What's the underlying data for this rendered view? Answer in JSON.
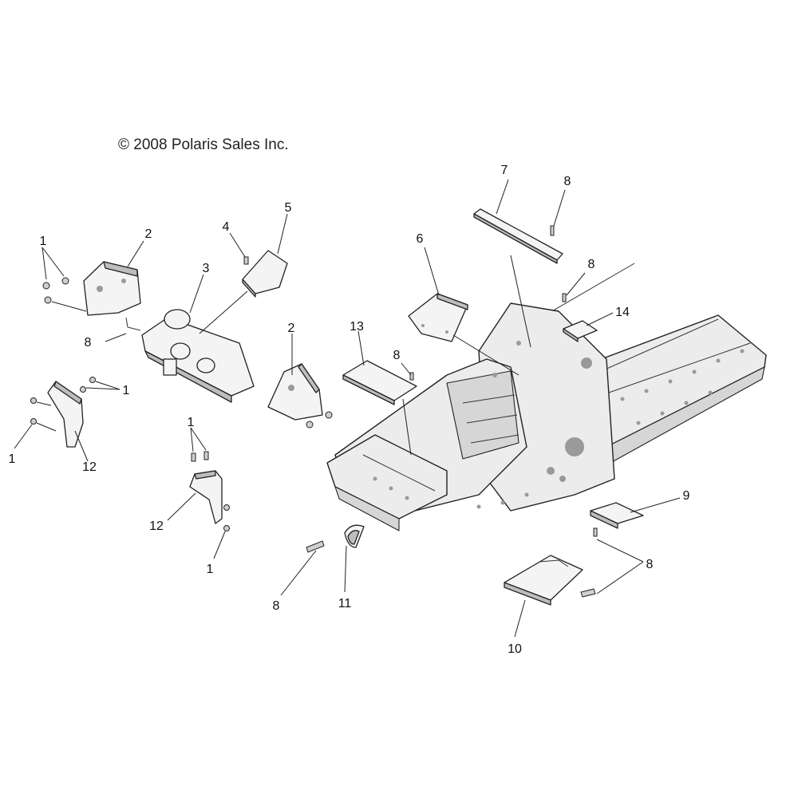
{
  "copyright": "© 2008 Polaris Sales Inc.",
  "callouts": [
    "1",
    "2",
    "3",
    "4",
    "5",
    "6",
    "7",
    "8",
    "9",
    "10",
    "11",
    "12",
    "13",
    "14"
  ],
  "labels": [
    {
      "id": "label-1-a",
      "text": "1"
    },
    {
      "id": "label-2-a",
      "text": "2"
    },
    {
      "id": "label-3",
      "text": "3"
    },
    {
      "id": "label-4",
      "text": "4"
    },
    {
      "id": "label-5",
      "text": "5"
    },
    {
      "id": "label-8-a",
      "text": "8"
    },
    {
      "id": "label-1-b",
      "text": "1"
    },
    {
      "id": "label-1-c",
      "text": "1"
    },
    {
      "id": "label-12-a",
      "text": "12"
    },
    {
      "id": "label-2-b",
      "text": "2"
    },
    {
      "id": "label-1-d",
      "text": "1"
    },
    {
      "id": "label-12-b",
      "text": "12"
    },
    {
      "id": "label-1-e",
      "text": "1"
    },
    {
      "id": "label-13",
      "text": "13"
    },
    {
      "id": "label-8-b",
      "text": "8"
    },
    {
      "id": "label-6",
      "text": "6"
    },
    {
      "id": "label-7",
      "text": "7"
    },
    {
      "id": "label-8-c",
      "text": "8"
    },
    {
      "id": "label-8-d",
      "text": "8"
    },
    {
      "id": "label-14",
      "text": "14"
    },
    {
      "id": "label-9",
      "text": "9"
    },
    {
      "id": "label-8-e",
      "text": "8"
    },
    {
      "id": "label-10",
      "text": "10"
    },
    {
      "id": "label-8-f",
      "text": "8"
    },
    {
      "id": "label-11",
      "text": "11"
    }
  ]
}
